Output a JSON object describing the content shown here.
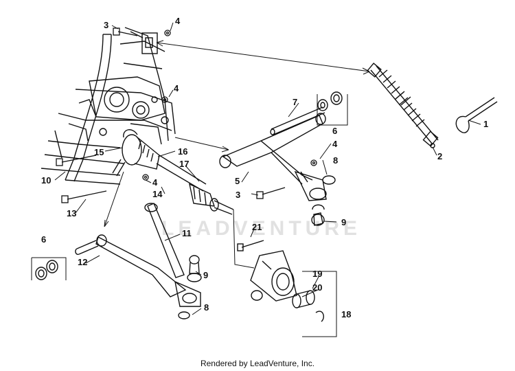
{
  "diagram": {
    "watermark": "LEADVENTURE",
    "footer": "Rendered by LeadVenture, Inc.",
    "callouts": [
      {
        "id": "c3a",
        "label": "3"
      },
      {
        "id": "c4a",
        "label": "4"
      },
      {
        "id": "c4b",
        "label": "4"
      },
      {
        "id": "c1",
        "label": "1"
      },
      {
        "id": "c2",
        "label": "2"
      },
      {
        "id": "c7",
        "label": "7"
      },
      {
        "id": "c6a",
        "label": "6"
      },
      {
        "id": "c4c",
        "label": "4"
      },
      {
        "id": "c8a",
        "label": "8"
      },
      {
        "id": "c5",
        "label": "5"
      },
      {
        "id": "c3b",
        "label": "3"
      },
      {
        "id": "c9a",
        "label": "9"
      },
      {
        "id": "c15",
        "label": "15"
      },
      {
        "id": "c16",
        "label": "16"
      },
      {
        "id": "c17",
        "label": "17"
      },
      {
        "id": "c10",
        "label": "10"
      },
      {
        "id": "c4d",
        "label": "4"
      },
      {
        "id": "c14",
        "label": "14"
      },
      {
        "id": "c13",
        "label": "13"
      },
      {
        "id": "c21",
        "label": "21"
      },
      {
        "id": "c11",
        "label": "11"
      },
      {
        "id": "c6b",
        "label": "6"
      },
      {
        "id": "c12",
        "label": "12"
      },
      {
        "id": "c9b",
        "label": "9"
      },
      {
        "id": "c19",
        "label": "19"
      },
      {
        "id": "c20",
        "label": "20"
      },
      {
        "id": "c18",
        "label": "18"
      },
      {
        "id": "c8b",
        "label": "8"
      }
    ]
  }
}
